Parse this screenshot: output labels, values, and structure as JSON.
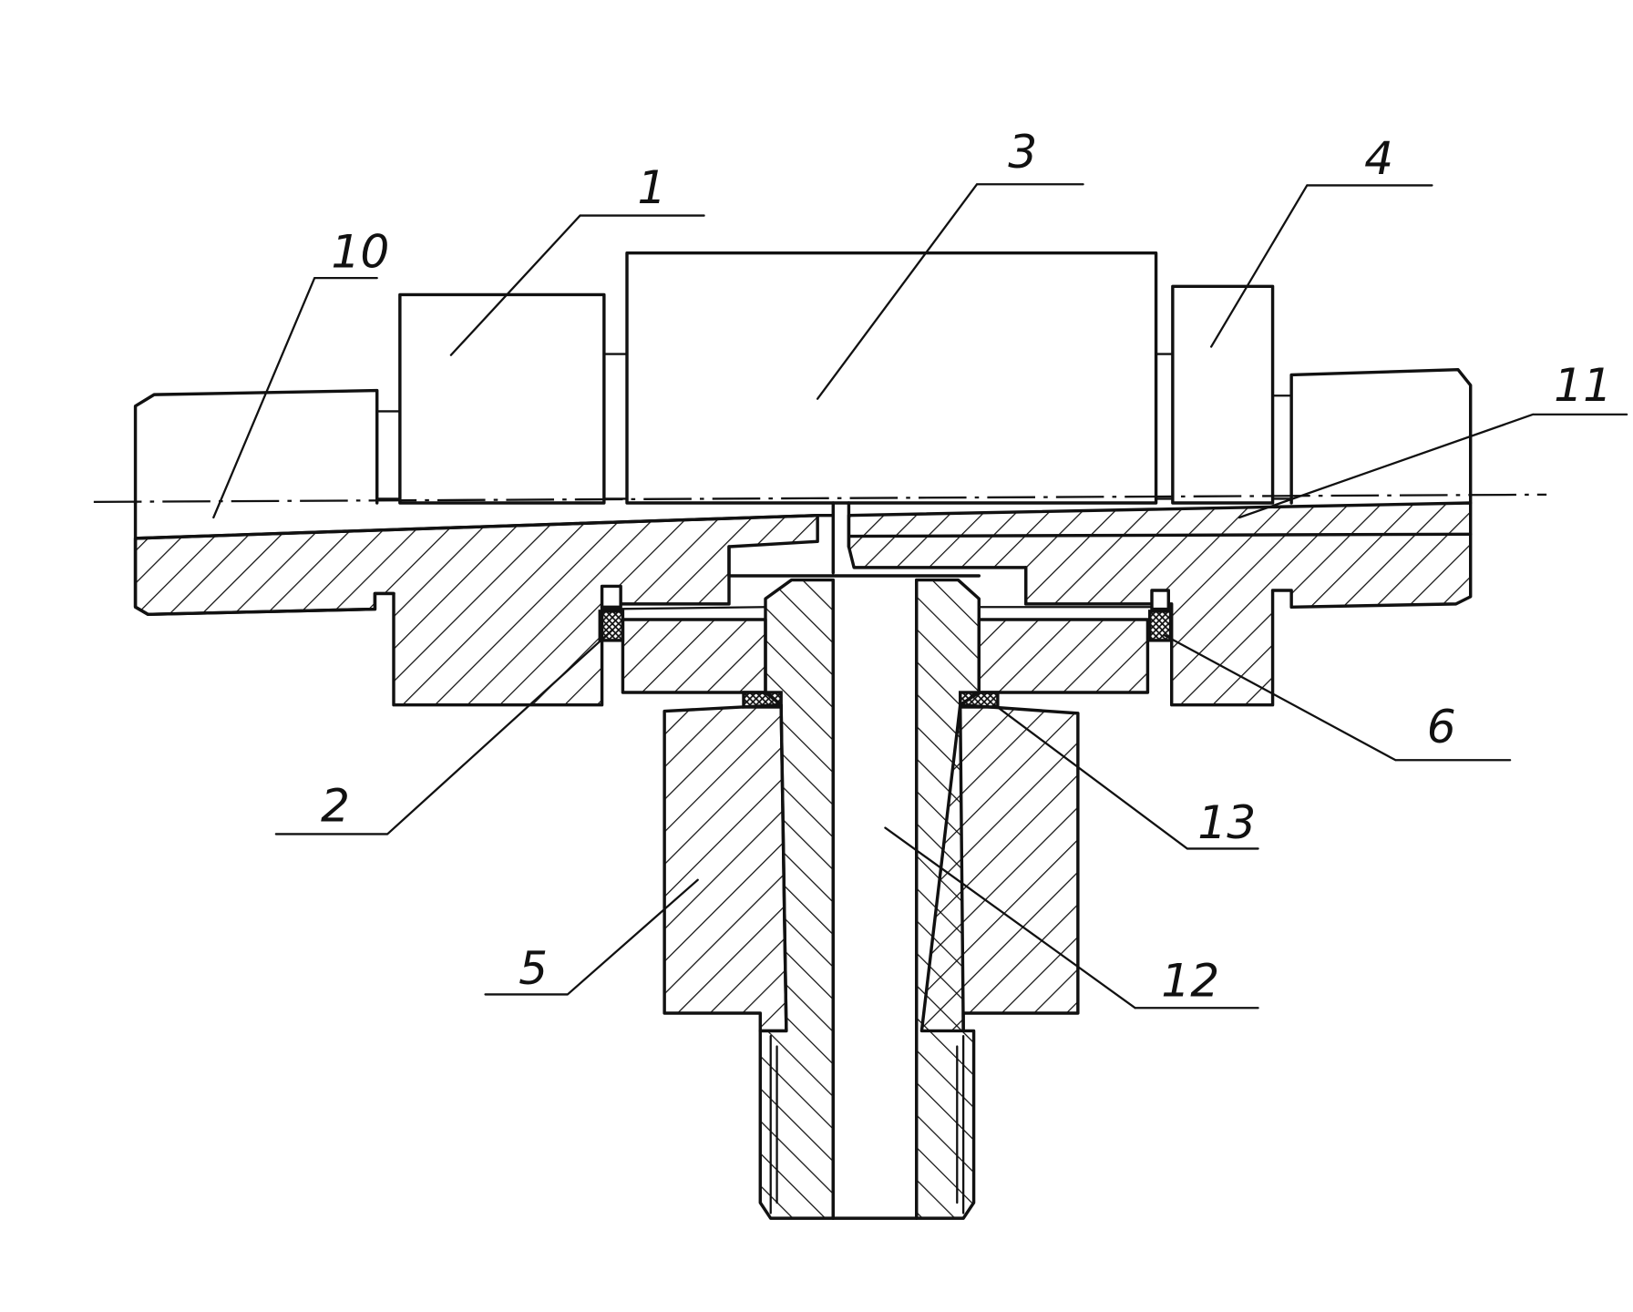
{
  "labels": {
    "l1": "1",
    "l2": "2",
    "l3": "3",
    "l4": "4",
    "l5": "5",
    "l6": "6",
    "l10": "10",
    "l11": "11",
    "l12": "12",
    "l13": "13"
  },
  "colors": {
    "line": "#111111",
    "background": "#ffffff"
  }
}
